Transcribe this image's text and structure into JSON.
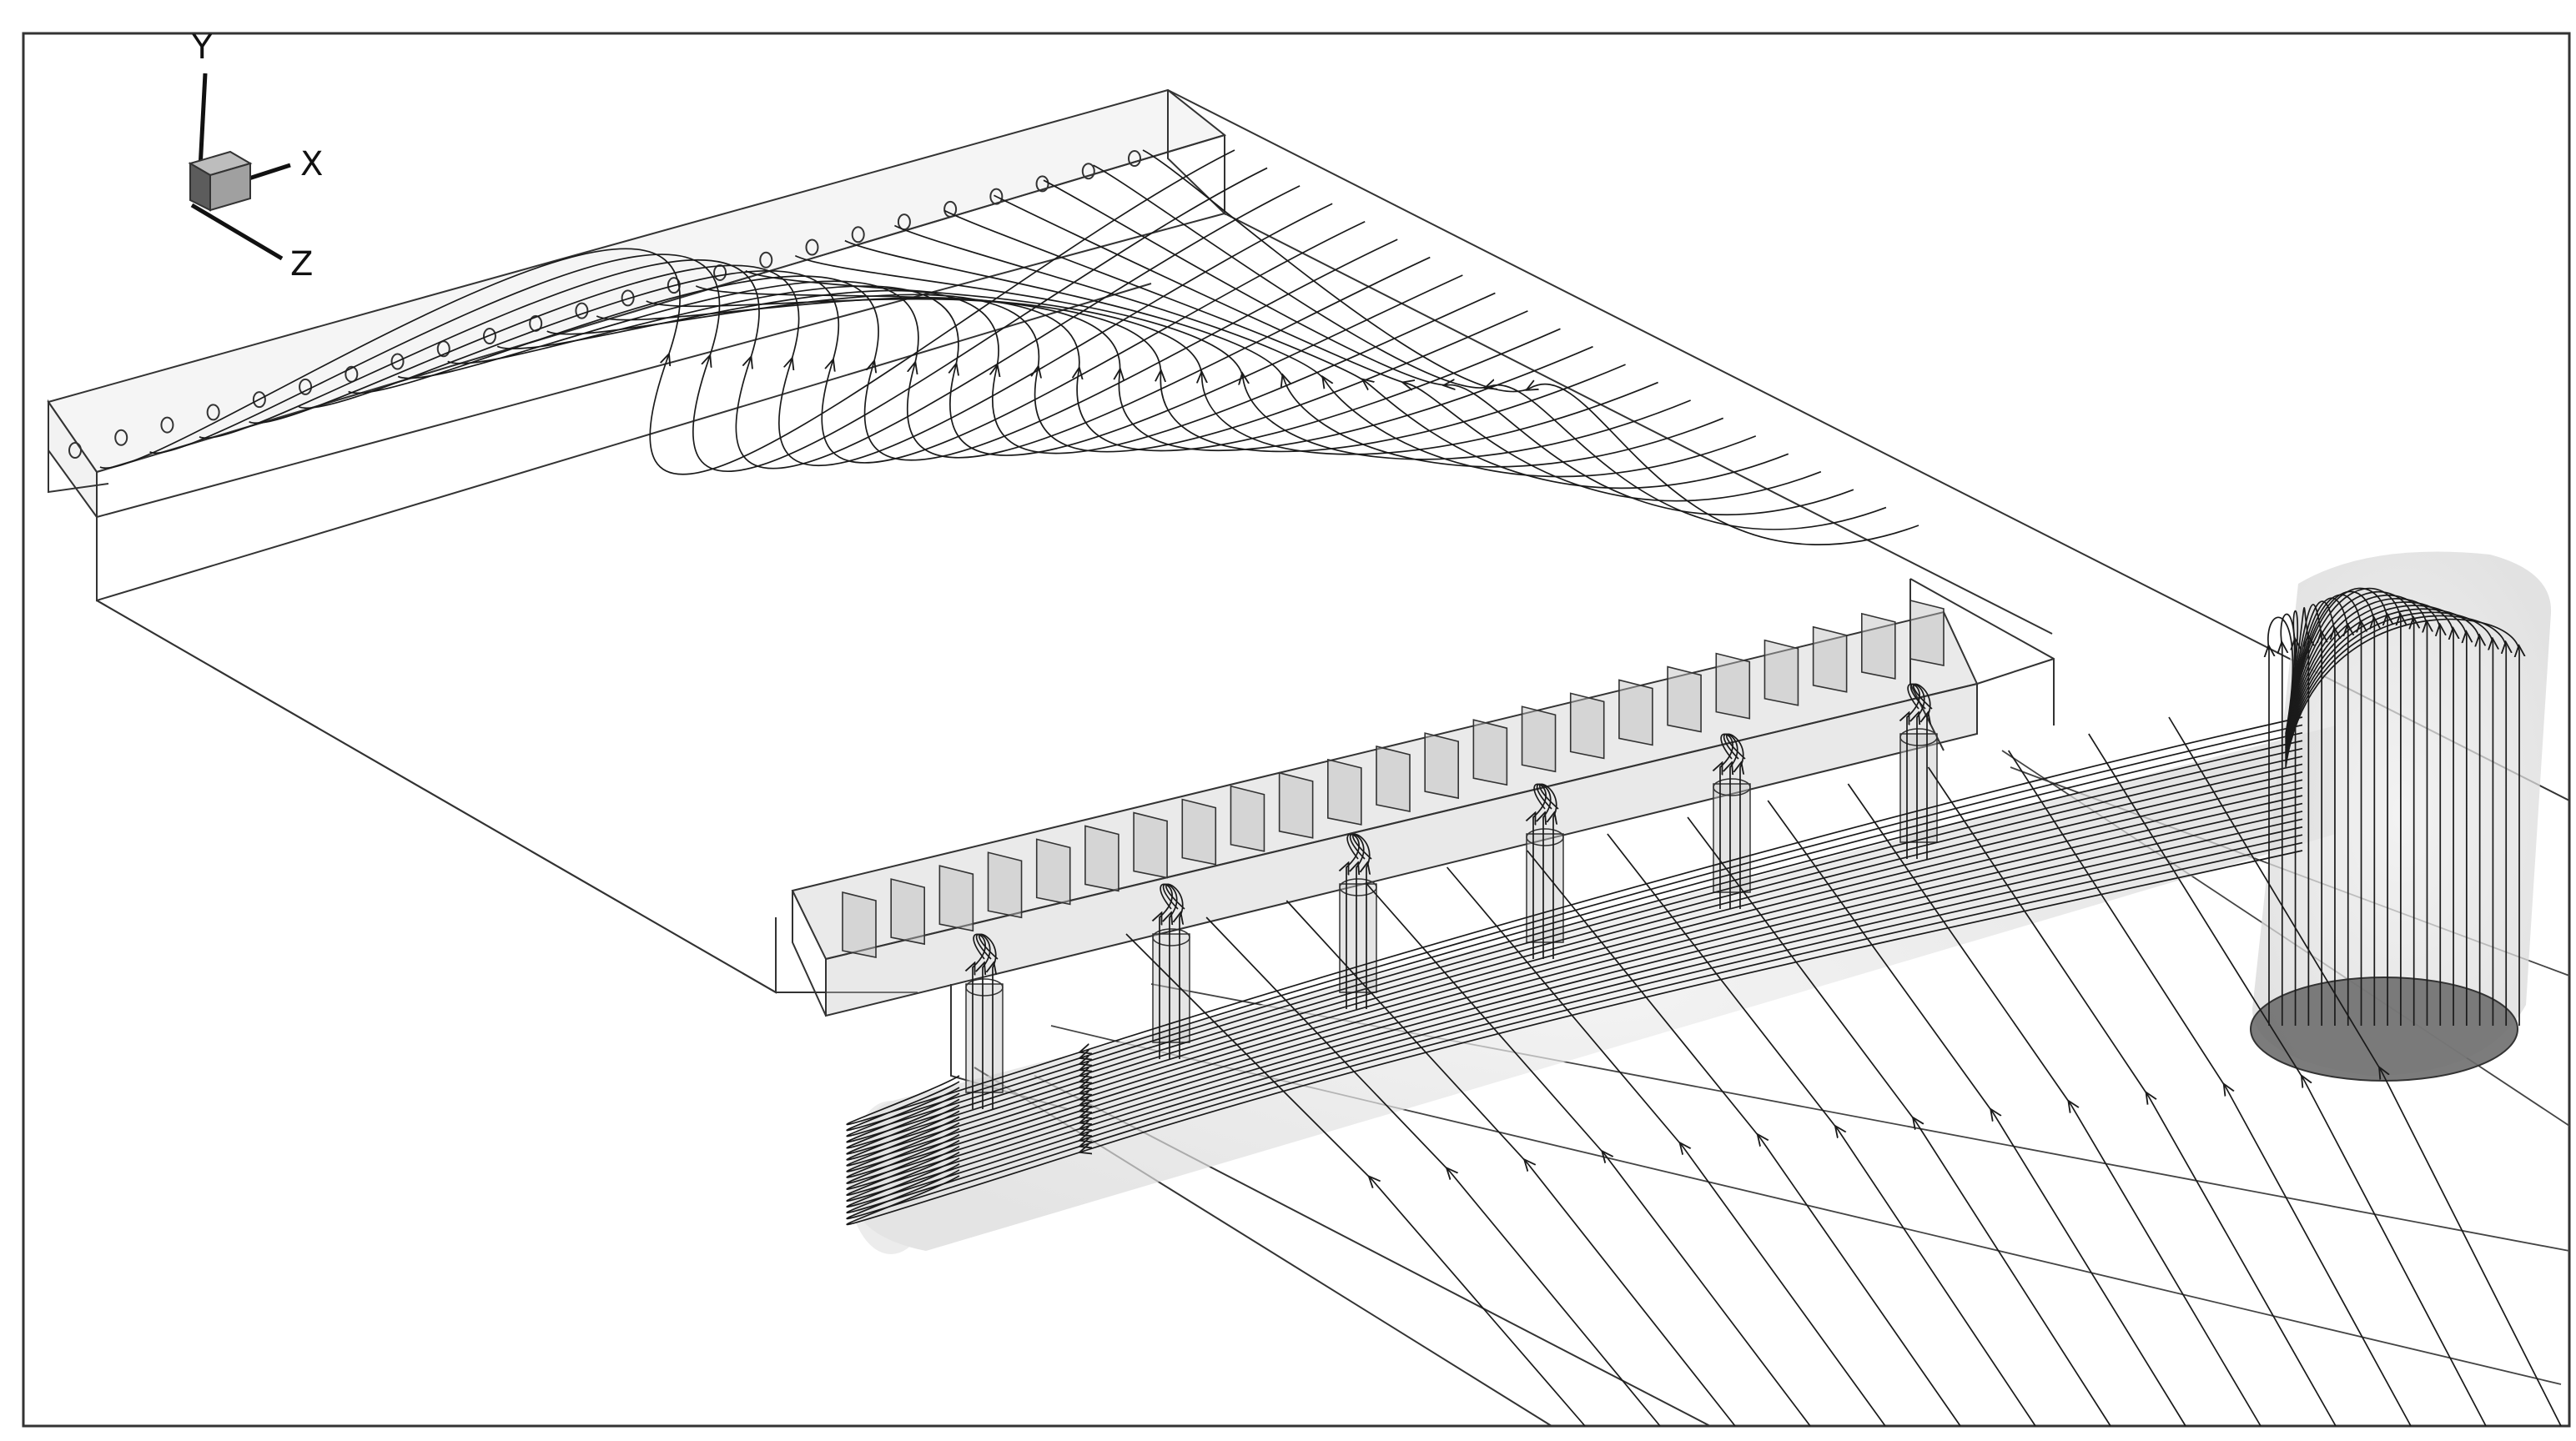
{
  "axes_triad": {
    "y_label": "Y",
    "x_label": "X",
    "z_label": "Z"
  },
  "colors": {
    "background": "#ffffff",
    "frame": "#333333",
    "streamline": "#1a1a1a",
    "transparent_surface": "#cfcfcf",
    "inlet_disk": "#6e6e6e",
    "triad_cube": "#9a9a9a"
  },
  "scene": {
    "orifice_count": 24,
    "baffle_count": 23,
    "standpipe_count": 6
  }
}
